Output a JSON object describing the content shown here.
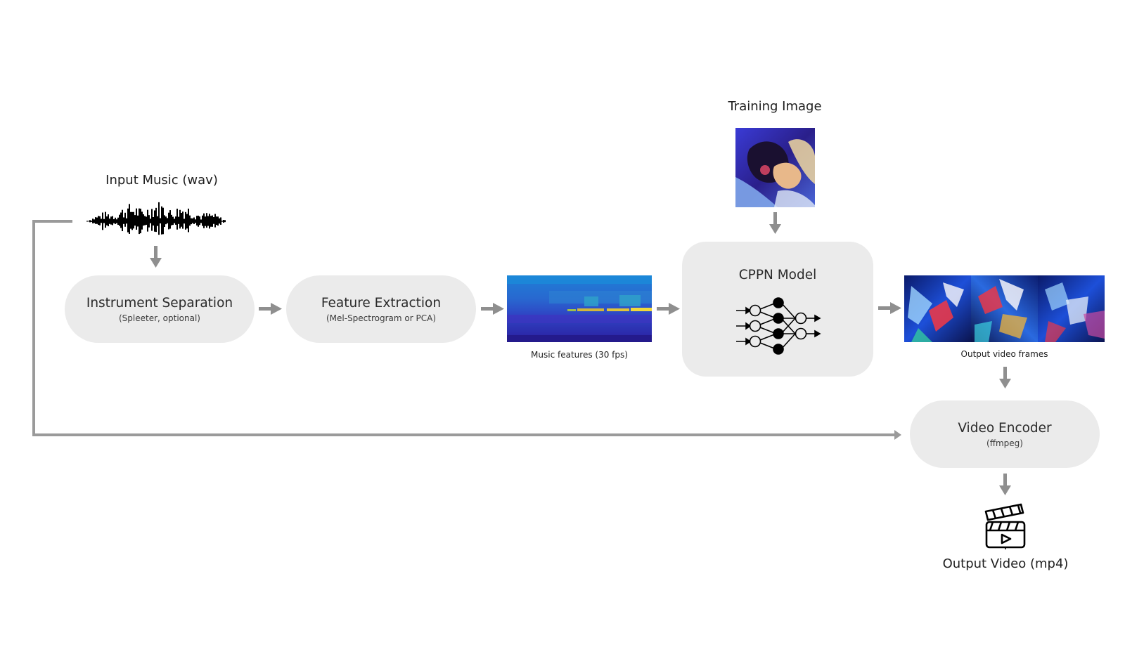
{
  "input": {
    "label": "Input Music (wav)"
  },
  "training": {
    "label": "Training Image"
  },
  "nodes": {
    "separation": {
      "title": "Instrument Separation",
      "subtitle": "(Spleeter, optional)"
    },
    "feature": {
      "title": "Feature Extraction",
      "subtitle": "(Mel-Spectrogram or PCA)"
    },
    "cppn": {
      "title": "CPPN Model"
    },
    "encoder": {
      "title": "Video Encoder",
      "subtitle": "(ffmpeg)"
    }
  },
  "features": {
    "label": "Music features (30 fps)"
  },
  "frames": {
    "label": "Output video frames"
  },
  "output": {
    "label": "Output Video (mp4)"
  },
  "colors": {
    "arrow": "#8f8f8f",
    "node_fill": "#ebebeb",
    "line": "#9a9a9a"
  },
  "icons": [
    "waveform-icon",
    "neural-network-icon",
    "clapperboard-icon"
  ]
}
